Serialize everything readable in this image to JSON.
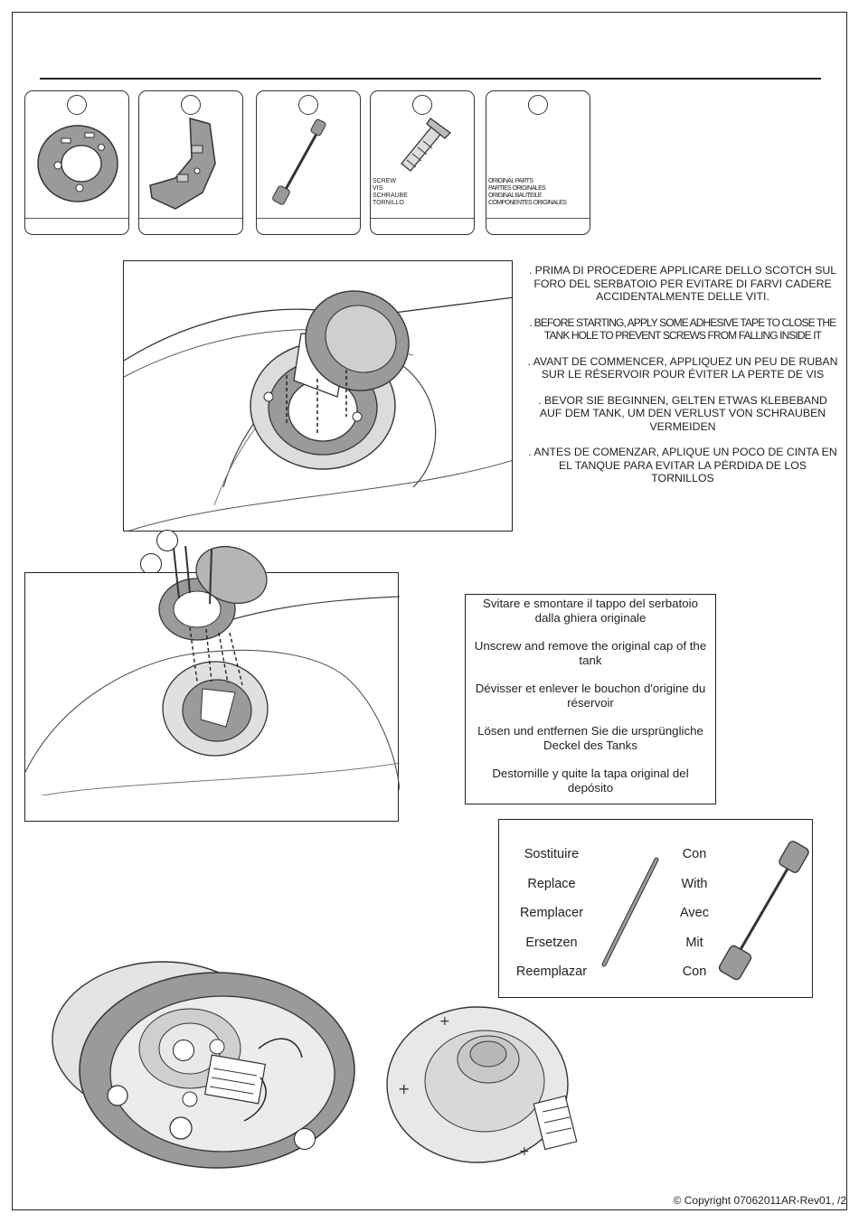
{
  "parts": [
    {
      "caption": ""
    },
    {
      "caption": ""
    },
    {
      "caption": ""
    },
    {
      "caption": "SCREW\nVIS\nSCHRAUBE\nTORNILLO"
    },
    {
      "caption": "ORIGINAL PARTS\nPARTIES ORIGINALES\nORIGINAL BAUTEILE\nCOMPONENTES ORIGINALES"
    }
  ],
  "instructions_step1": [
    ". PRIMA DI PROCEDERE APPLICARE DELLO SCOTCH SUL FORO DEL SERBATOIO PER EVITARE DI FARVI CADERE ACCIDENTALMENTE DELLE VITI.",
    ". BEFORE STARTING, APPLY SOME ADHESIVE TAPE TO CLOSE THE TANK HOLE TO PREVENT SCREWS FROM FALLING INSIDE IT",
    ". AVANT DE COMMENCER, APPLIQUEZ UN PEU DE RUBAN SUR LE RÉSERVOIR POUR ÉVITER LA PERTE DE VIS",
    ". BEVOR SIE BEGINNEN, GELTEN ETWAS KLEBEBAND AUF DEM TANK, UM DEN VERLUST VON SCHRAUBEN VERMEIDEN",
    ". ANTES DE COMENZAR, APLIQUE UN POCO DE CINTA EN EL TANQUE PARA EVITAR LA PÉRDIDA DE LOS TORNILLOS"
  ],
  "instructions_step2": [
    "Svitare e smontare il tappo del serbatoio dalla ghiera originale",
    "Unscrew and remove the original cap of the tank",
    "Dévisser et enlever le bouchon d'origine du réservoir",
    "Lösen und entfernen Sie die ursprüngliche Deckel des Tanks",
    "Destornille y quite la tapa original del depósito"
  ],
  "replace_box": {
    "left_words": [
      "Sostituire",
      "Replace",
      "Remplacer",
      "Ersetzen",
      "Reemplazar"
    ],
    "right_words": [
      "Con",
      "With",
      "Avec",
      "Mit",
      "Con"
    ]
  },
  "footer": "© Copyright 07062011AR-Rev01,   /2"
}
